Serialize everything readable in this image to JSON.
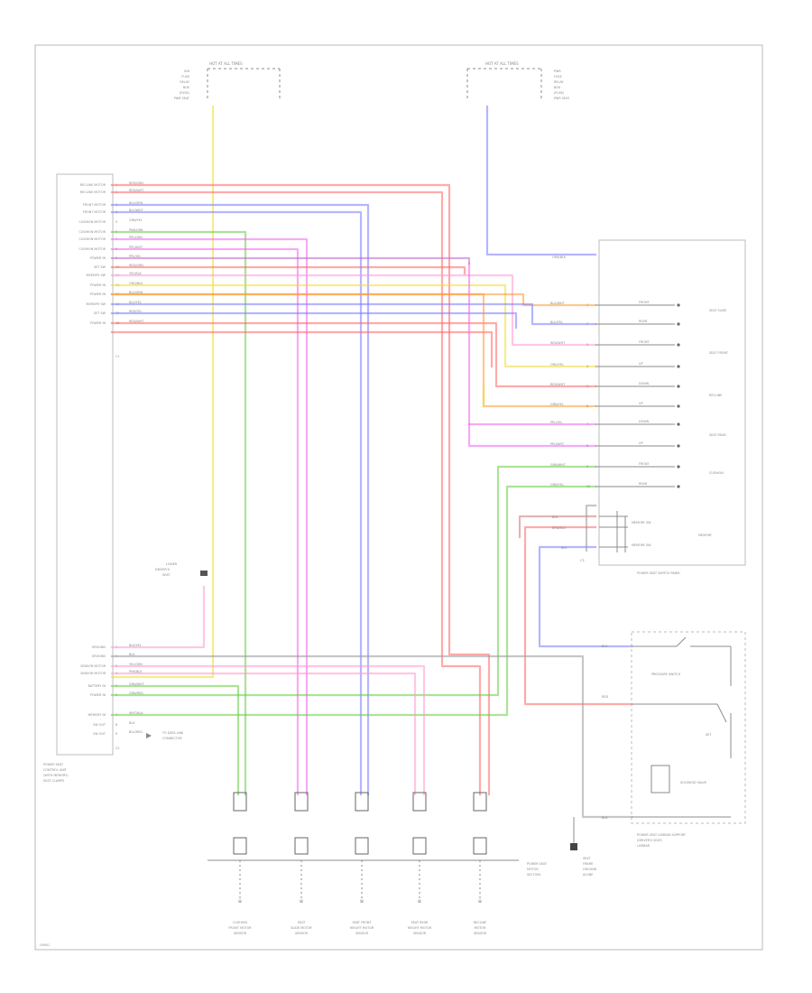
{
  "colors": {
    "red": "#ff6464",
    "blue": "#7a7aff",
    "green": "#66cc44",
    "yellow": "#eedd33",
    "magenta": "#ee66ee",
    "orange": "#ff9933",
    "pink": "#ff99cc",
    "purple": "#bb66cc",
    "gray": "#999999"
  },
  "fuse_labels": {
    "left": {
      "header": "HOT AT ALL TIMES",
      "lines": [
        "IGN",
        "FUSE",
        "RELAY",
        "BOX",
        "(FUSE)",
        "PWR SEAT"
      ]
    },
    "right": {
      "header": "HOT AT ALL TIMES",
      "lines": [
        "PWR",
        "FUSE",
        "RELAY",
        "BOX",
        "(FUSE)",
        "PWR SEAT"
      ]
    }
  },
  "module_left": {
    "pins_top": [
      "RECLINE MOTOR",
      "RECLINE MOTOR",
      "FRONT MOTOR",
      "FRONT MOTOR",
      "CUSHION MOTOR",
      "CUSHION MOTOR",
      "CUSHION MOTOR",
      "CUSHION MOTOR",
      "POWER IN",
      "SET SW",
      "MEMORY SW",
      "POWER IN",
      "POWER IN",
      "MEMORY SW",
      "SET SW",
      "POWER IN"
    ],
    "wires_top": [
      "RED/GRN",
      "RED/WHT",
      "BLU/GRN",
      "BLU/WHT",
      "GRN/YEL",
      "PNK/GRN",
      "PPL/GRN",
      "PPL/WHT",
      "PPL/YEL",
      "RED/GRN",
      "YEL/BLK",
      "ORG/BLK",
      "BLU/GRN",
      "BLU/YEL",
      "RED/YEL",
      "RED/WHT"
    ],
    "connector_top": "C1",
    "pins_bottom": [
      "GROUND",
      "GROUND",
      "SENSOR MOTOR",
      "SENSOR MOTOR",
      "BATTERY IN",
      "POWER IN",
      "MEMORY IN",
      "SW OUT",
      "SW OUT"
    ],
    "wires_bottom": [
      "BLK/YEL",
      "BLK",
      "YEL/GRN",
      "PNK/BLK",
      "GRN/WHT",
      "GRN/RED",
      "WHT/BLK",
      "BLK",
      "BLU/RED"
    ],
    "connector_bottom": "C2",
    "title_lines": [
      "POWER SEAT",
      "CONTROL UNIT",
      "(WITH MEMORY)",
      "SEAT CLAMPS"
    ]
  },
  "ground_label": [
    "LOWER",
    "DRIVER'S",
    "SEAT"
  ],
  "data_link_label": [
    "TO DATA LINK",
    "CONNECTOR"
  ],
  "switch_panel": {
    "title": "POWER SEAT SWITCH PANEL",
    "connector": "C3",
    "top_wire": "ORN/BLK",
    "wires": [
      "BLU/WHT",
      "BLU/YEL",
      "RED/WHT",
      "ORG/YEL",
      "RED/WHT",
      "GRN/YEL",
      "PPL/YEL",
      "PPL/WHT",
      "GRN/WHT",
      "GRN/YEL"
    ],
    "contacts": [
      "FRONT",
      "REAR",
      "FRONT",
      "UP",
      "DOWN",
      "UP",
      "DOWN",
      "UP",
      "FRONT",
      "REAR"
    ],
    "groups": [
      "SEAT SLIDE",
      "SEAT FRONT",
      "RECLINE",
      "SEAT REAR",
      "CUSHION"
    ],
    "bottom_wires": [
      "BLK",
      "BRN/BLK",
      "BLU"
    ],
    "bottom_contacts": [
      "MEMORY SW",
      "MEMORY SW"
    ],
    "memory_label": "MEMORY"
  },
  "unit_bottom_right": {
    "wires": [
      "BLU",
      "RED"
    ],
    "switch_labels": [
      "PRESSURE SWITCH",
      "SET",
      "SOLENOID VALVE"
    ],
    "title_lines": [
      "POWER SEAT LUMBAR SUPPORT",
      "(DRIVER'S SEAT)",
      "LUMBAR"
    ],
    "bottom_wire": "BLK"
  },
  "bottom_ground_label": [
    "SEAT",
    "FRAME",
    "GROUND",
    "ALONE"
  ],
  "motors": {
    "connector_label": [
      "POWER SEAT",
      "MOTOR",
      "SECTION"
    ],
    "items": [
      {
        "label_lines": [
          "CUSHION",
          "FRONT MOTOR",
          "SENSOR"
        ]
      },
      {
        "label_lines": [
          "SEAT",
          "SLIDE MOTOR",
          "SENSOR"
        ]
      },
      {
        "label_lines": [
          "SEAT FRONT",
          "HEIGHT MOTOR",
          "SENSOR"
        ]
      },
      {
        "label_lines": [
          "SEAT REAR",
          "HEIGHT MOTOR",
          "SENSOR"
        ]
      },
      {
        "label_lines": [
          "RECLINE",
          "MOTOR",
          "SENSOR"
        ]
      }
    ]
  },
  "footer_code": "LM001"
}
